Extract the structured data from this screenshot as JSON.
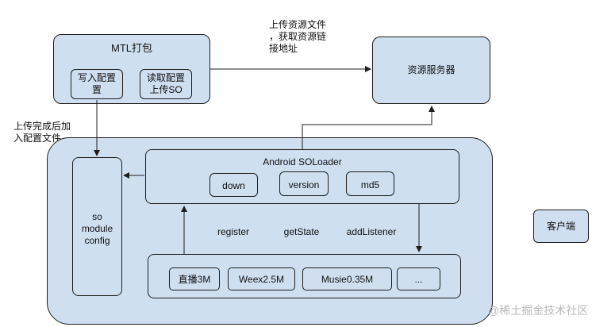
{
  "mtl": {
    "title": "MTL打包",
    "write_config": "写入配置置",
    "read_config_upload": "读取配置上传SO"
  },
  "resource_server": {
    "label": "资源服务器"
  },
  "annotations": {
    "upload_get_link": "上传资源文件\n，获取资源链\n接地址",
    "upload_done_add_config": "上传完成后加\n入配置文件"
  },
  "client": {
    "so_module_config": "so\nmodule\nconfig",
    "soloader": {
      "title": "Android SOLoader",
      "methods": [
        "down",
        "version",
        "md5"
      ]
    },
    "api_labels": [
      "register",
      "getState",
      "addListener"
    ],
    "modules": [
      "直播3M",
      "Weex2.5M",
      "Musie0.35M",
      "..."
    ]
  },
  "client_label": "客户端",
  "watermark": "@稀土掘金技术社区"
}
